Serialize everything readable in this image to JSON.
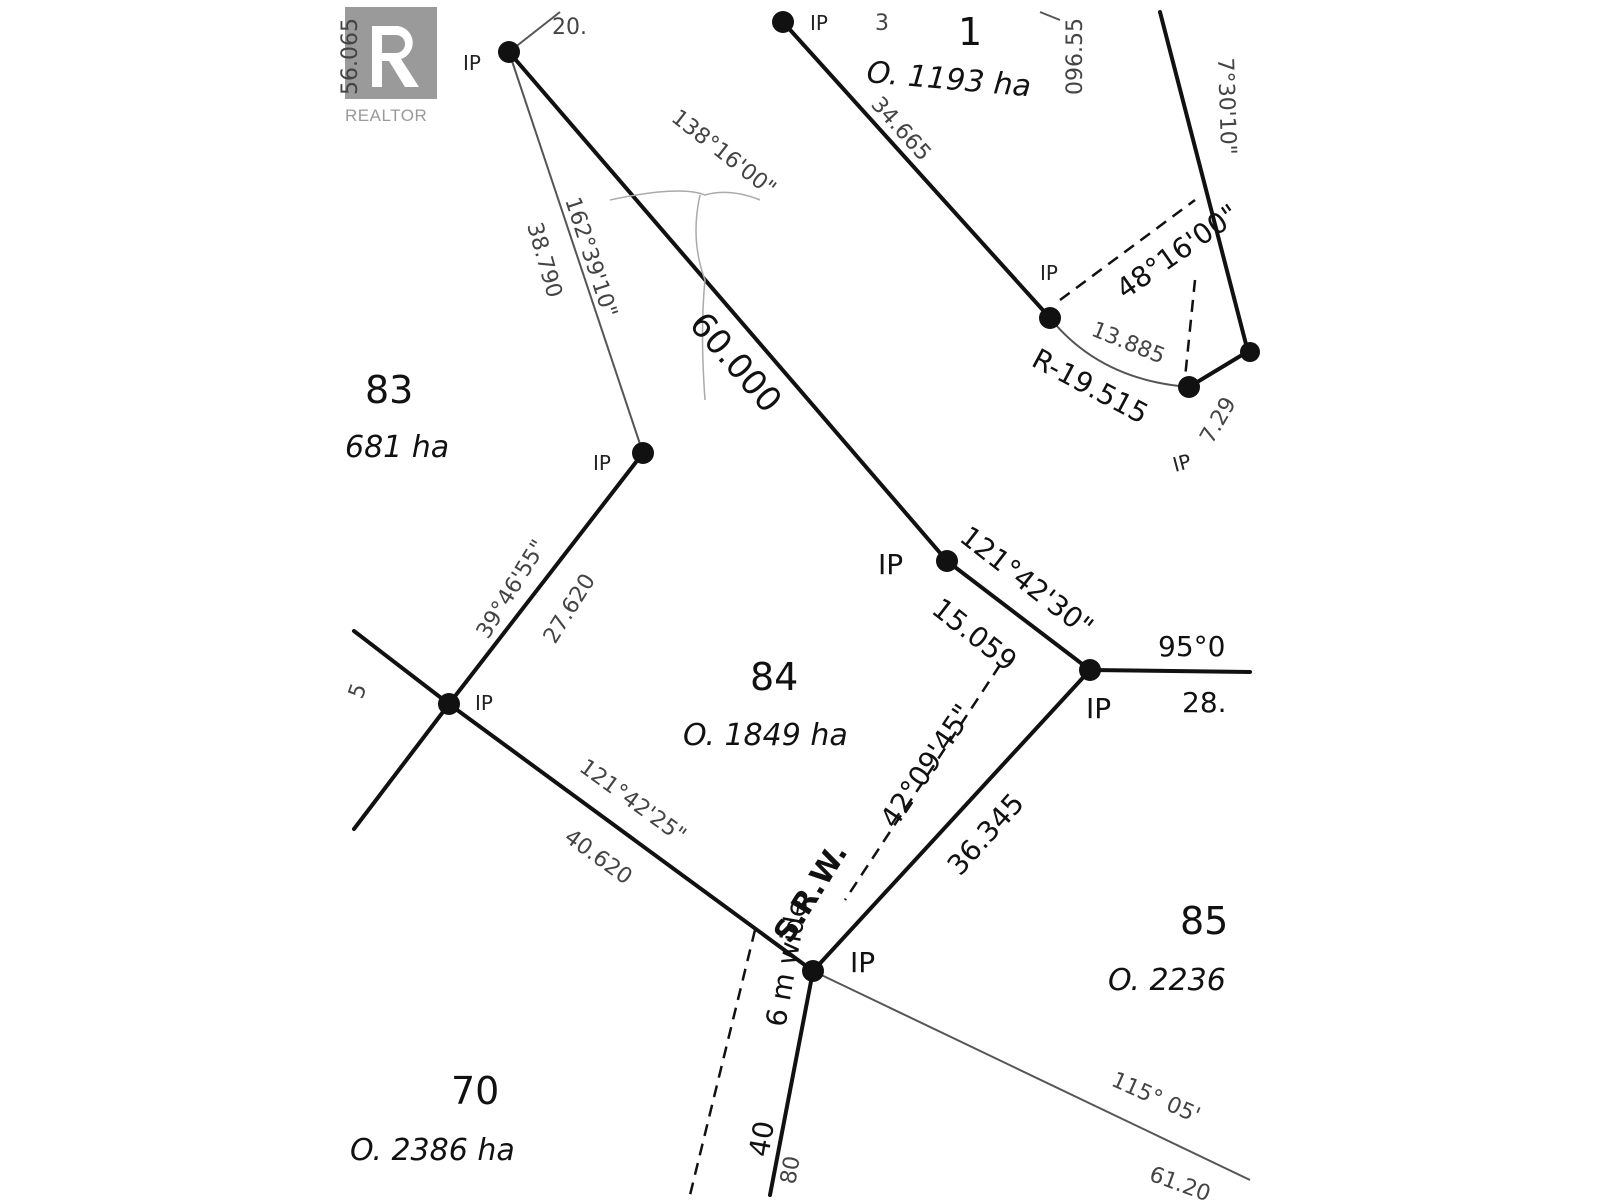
{
  "brand": {
    "logo_text": "REALTOR"
  },
  "lots": [
    {
      "id": "lot-83",
      "number": "83",
      "area": "681 ha"
    },
    {
      "id": "lot-84",
      "number": "84",
      "area": "O. 1849 ha"
    },
    {
      "id": "lot-85",
      "number": "85",
      "area": "O. 2236"
    },
    {
      "id": "lot-70",
      "number": "70",
      "area": "O. 2386 ha"
    },
    {
      "id": "lot-1",
      "number": "1",
      "area": "O. 1193 ha"
    }
  ],
  "iron_pin_label": "IP",
  "iron_pin_label_small": "IP",
  "dimensions": {
    "d_60000": "60.000",
    "d_15059": "15.059",
    "d_36345": "36.345",
    "d_27620": "27.620",
    "d_38790": "38.790",
    "d_40620": "40.620",
    "d_34665": "34.665",
    "d_13885": "13.885",
    "d_r19515": "R-19.515",
    "d_28": "28.",
    "d_7_29": "7.29",
    "d_56065": "56.065",
    "d_96": "096.55",
    "d_20": "20.",
    "d_3": "3",
    "d_80": "80",
    "d_61": "61.20",
    "d_5": "5"
  },
  "bearings": {
    "b_121_42_30": "121°42'30\"",
    "b_95": "95°0",
    "b_42_09_45": "42°09'45\"",
    "b_121_42_25": "121°42'25\"",
    "b_39_46_55": "39°46'55\"",
    "b_138_16_00": "138°16'00\"",
    "b_162_39_10": "162°39'10\"",
    "b_48_16_00": "48°16'00\"",
    "b_7_30_10": "7°30'10\"",
    "b_115_05": "115° 05'"
  },
  "right_of_way": {
    "prefix": "S.R.W.",
    "width": "6 m wide",
    "number": "40"
  }
}
